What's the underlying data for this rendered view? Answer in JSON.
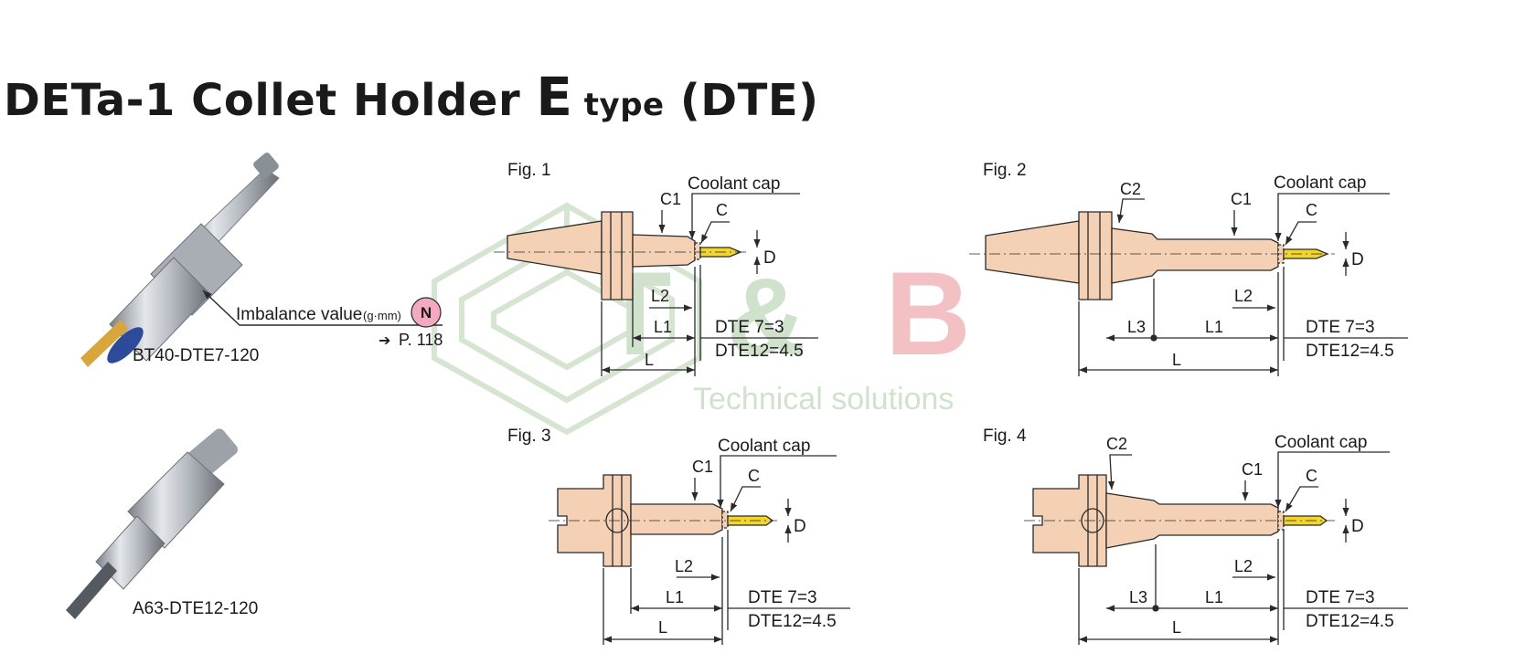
{
  "title": {
    "part1": "DETa-1 Collet Holder ",
    "letter": "E",
    "part2": " type",
    "part3": " (DTE)"
  },
  "watermark": {
    "brand": "T&B",
    "brand_left": "T",
    "brand_amp": "&",
    "brand_right": "B",
    "tagline": "Technical solutions"
  },
  "products": [
    {
      "model": "BT40-DTE7-120"
    },
    {
      "model": "A63-DTE12-120"
    }
  ],
  "imbalance": {
    "label": "Imbalance value",
    "unit": "(g·mm)",
    "badge": "N",
    "ref_arrow": "➔",
    "page_ref": "P. 118"
  },
  "figures": [
    {
      "label": "Fig. 1",
      "coolant": "Coolant cap",
      "dte7": "DTE  7=3",
      "dte12": "DTE12=4.5",
      "dims": {
        "C1": "C1",
        "C": "C",
        "D": "D",
        "L1": "L1",
        "L2": "L2",
        "L": "L"
      }
    },
    {
      "label": "Fig. 2",
      "coolant": "Coolant cap",
      "dte7": "DTE  7=3",
      "dte12": "DTE12=4.5",
      "dims": {
        "C1": "C1",
        "C2": "C2",
        "C": "C",
        "D": "D",
        "L1": "L1",
        "L2": "L2",
        "L3": "L3",
        "L": "L"
      }
    },
    {
      "label": "Fig. 3",
      "coolant": "Coolant cap",
      "dte7": "DTE  7=3",
      "dte12": "DTE12=4.5",
      "dims": {
        "C1": "C1",
        "C": "C",
        "D": "D",
        "L1": "L1",
        "L2": "L2",
        "L": "L"
      }
    },
    {
      "label": "Fig. 4",
      "coolant": "Coolant cap",
      "dte7": "DTE  7=3",
      "dte12": "DTE12=4.5",
      "dims": {
        "C1": "C1",
        "C2": "C2",
        "C": "C",
        "D": "D",
        "L1": "L1",
        "L2": "L2",
        "L3": "L3",
        "L": "L"
      }
    }
  ],
  "colors": {
    "body_fill": "#f4d1b4",
    "outline": "#2a2a2a",
    "tool_fill": "#f2d62c",
    "badge_fill": "#f3a9bf",
    "wm_green": "#c8dcc4",
    "wm_red": "#f1b6ba"
  }
}
